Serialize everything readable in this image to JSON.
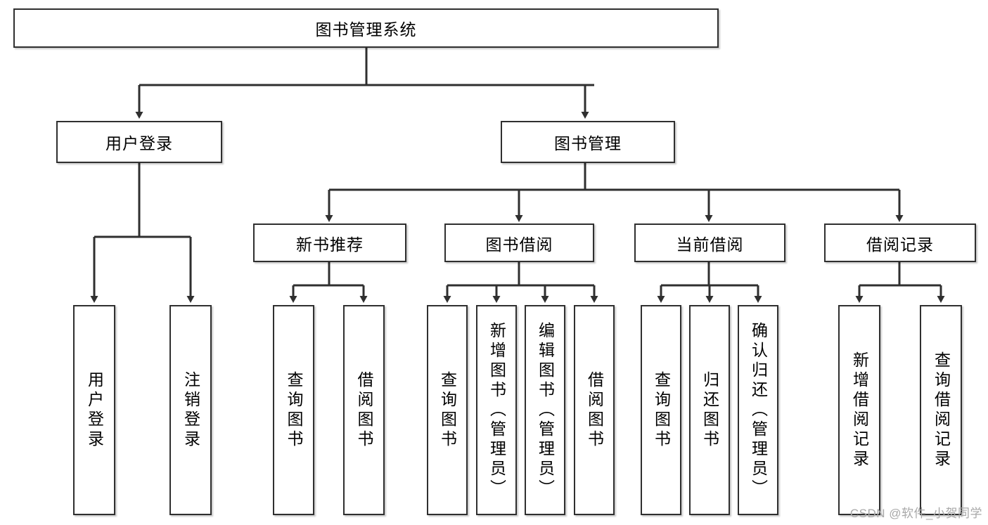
{
  "diagram": {
    "title": "图书管理系统",
    "type": "tree",
    "orientation": "top-down",
    "line_color": "#2f2f2f",
    "box_fill": "#ffffff",
    "text_color": "#000000",
    "nodes": {
      "root": "图书管理系统",
      "user_login": "用户登录",
      "book_manage": "图书管理",
      "new_book_rec": "新书推荐",
      "book_borrow": "图书借阅",
      "current_borrow": "当前借阅",
      "borrow_record": "借阅记录",
      "leaf_user_login": "用户登录",
      "leaf_logout": "注销登录",
      "leaf_query_book_1": "查询图书",
      "leaf_borrow_book_1": "借阅图书",
      "leaf_query_book_2": "查询图书",
      "leaf_add_book": "新增图书（管理员）",
      "leaf_edit_book": "编辑图书（管理员）",
      "leaf_borrow_book_2": "借阅图书",
      "leaf_query_book_3": "查询图书",
      "leaf_return_book": "归还图书",
      "leaf_confirm_return": "确认归还（管理员）",
      "leaf_add_record": "新增借阅记录",
      "leaf_query_record": "查询借阅记录"
    }
  },
  "watermark": {
    "text": "CSDN @软件_小贺同学"
  }
}
